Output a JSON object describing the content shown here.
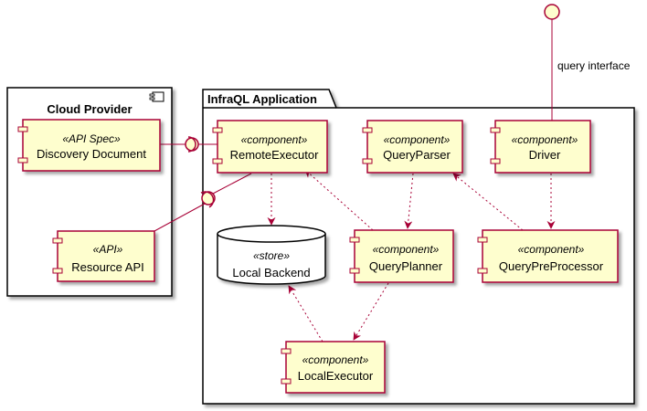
{
  "cloud_provider": {
    "title": "Cloud Provider",
    "discovery_document": {
      "stereotype": "«API Spec»",
      "name": "Discovery Document"
    },
    "resource_api": {
      "stereotype": "«API»",
      "name": "Resource API"
    }
  },
  "infraql_application": {
    "title": "InfraQL Application",
    "remote_executor": {
      "stereotype": "«component»",
      "name": "RemoteExecutor"
    },
    "query_parser": {
      "stereotype": "«component»",
      "name": "QueryParser"
    },
    "driver": {
      "stereotype": "«component»",
      "name": "Driver"
    },
    "local_backend": {
      "stereotype": "«store»",
      "name": "Local Backend"
    },
    "query_planner": {
      "stereotype": "«component»",
      "name": "QueryPlanner"
    },
    "query_preprocessor": {
      "stereotype": "«component»",
      "name": "QueryPreProcessor"
    },
    "local_executor": {
      "stereotype": "«component»",
      "name": "LocalExecutor"
    }
  },
  "interface_label": "query interface",
  "colors": {
    "component_fill": "#FEFECE",
    "component_border": "#A80036",
    "frame_border": "#000000",
    "edge": "#A80036"
  }
}
